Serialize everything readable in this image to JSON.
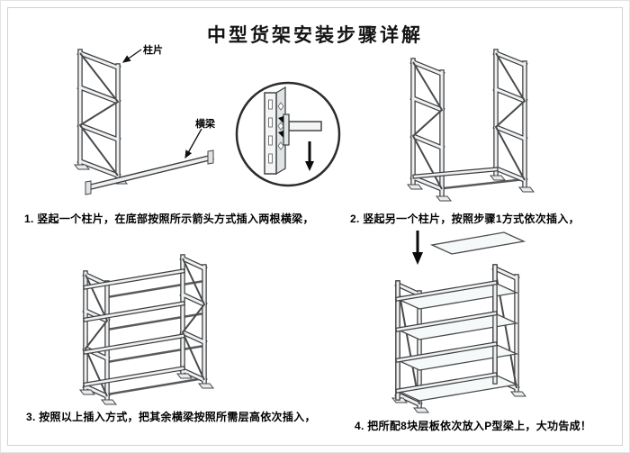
{
  "title": "中型货架安装步骤详解",
  "labels": {
    "post": "柱片",
    "beam": "横梁"
  },
  "steps": {
    "step1": "1. 竖起一个柱片，在底部按照所示箭头方式插入两根横梁，",
    "step2": "2. 竖起另一个柱片，按照步骤1方式依次插入，",
    "step3": "3. 按照以上插入方式，把其余横梁按照所需层高依次插入，",
    "step4": "4. 把所配8块层板依次放入P型梁上，大功告成！"
  },
  "colors": {
    "ink": "#3d3d3d",
    "paper": "#ffffff"
  }
}
